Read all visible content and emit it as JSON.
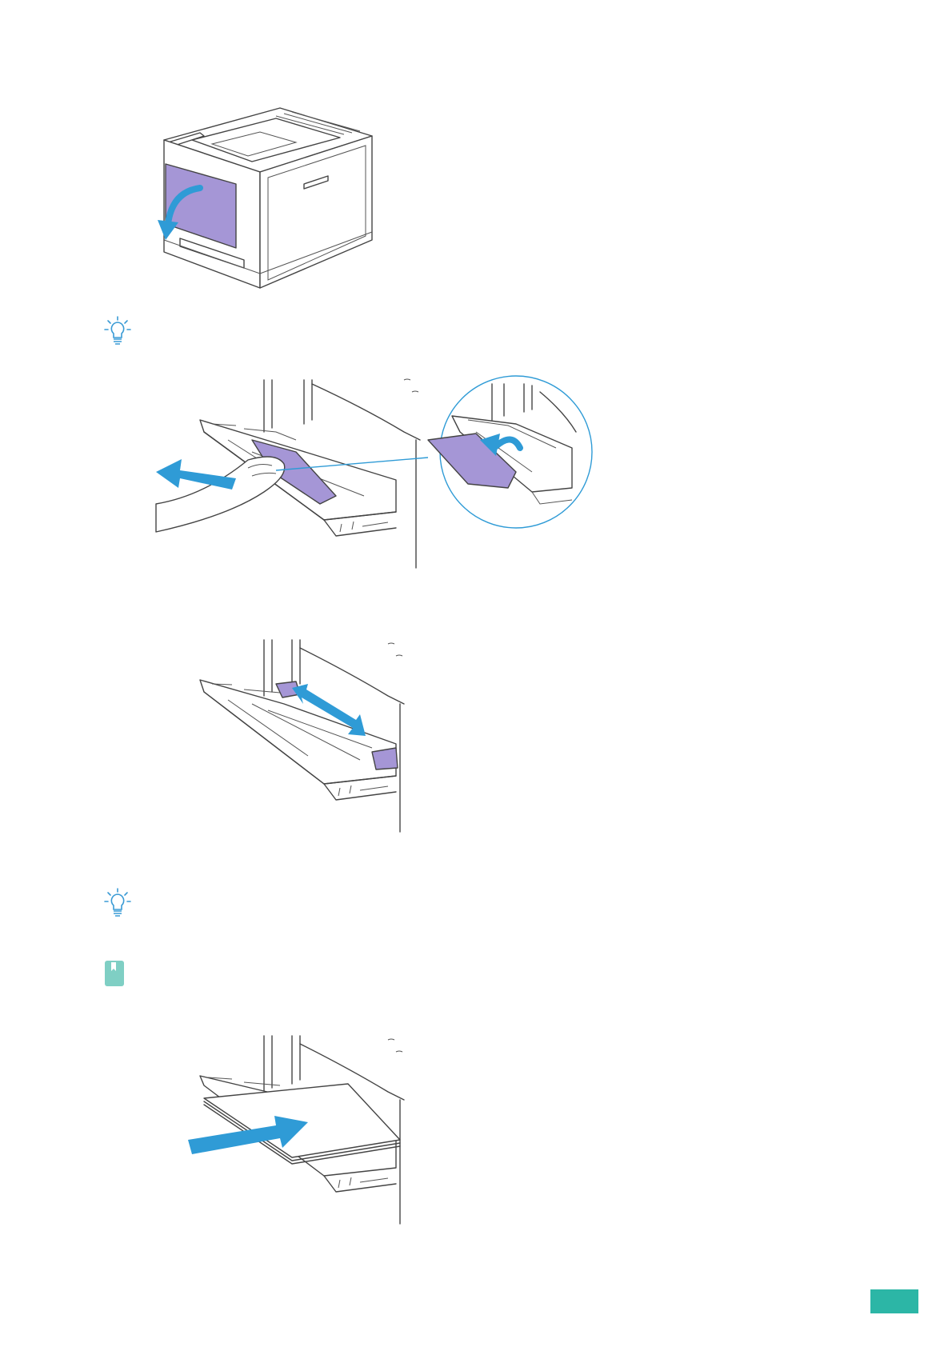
{
  "page": {
    "page_number": "",
    "accent_color": "#2cb6a6",
    "highlight_color": "#a596d6",
    "arrow_color": "#2f9bd6"
  },
  "icons": {
    "tip_1": "lightbulb-icon",
    "tip_2": "lightbulb-icon",
    "note_1": "bookmark-icon"
  },
  "figures": [
    {
      "name": "printer-open-front-cover-illustration"
    },
    {
      "name": "mpf-extension-pull-out-illustration"
    },
    {
      "name": "width-guides-slide-illustration"
    },
    {
      "name": "paper-insert-mpf-illustration"
    }
  ]
}
